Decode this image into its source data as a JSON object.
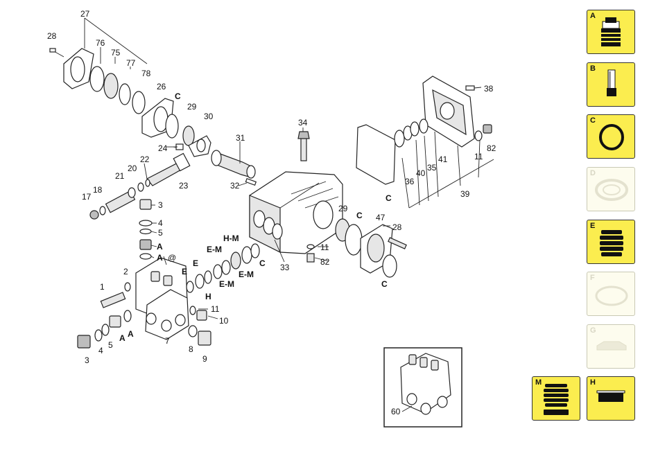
{
  "kits": [
    {
      "letter": "A",
      "icon": "valve-assembly-icon",
      "state": "active"
    },
    {
      "letter": "B",
      "icon": "plunger-icon",
      "state": "active"
    },
    {
      "letter": "C",
      "icon": "o-ring-icon",
      "state": "active"
    },
    {
      "letter": "D",
      "icon": "oil-seal-icon",
      "state": "inactive"
    },
    {
      "letter": "E",
      "icon": "packing-seals-icon",
      "state": "active"
    },
    {
      "letter": "F",
      "icon": "gasket-ring-icon",
      "state": "inactive"
    },
    {
      "letter": "G",
      "icon": "bearing-cover-icon",
      "state": "inactive"
    },
    {
      "letter": "M",
      "icon": "manifold-seals-icon",
      "state": "active"
    },
    {
      "letter": "H",
      "icon": "head-seal-icon",
      "state": "active"
    }
  ],
  "labels": {
    "n27": "27",
    "n28a": "28",
    "n76": "76",
    "n75": "75",
    "n77": "77",
    "n78": "78",
    "n26": "26",
    "cA": "C",
    "n29a": "29",
    "n30": "30",
    "n24": "24",
    "n31": "31",
    "n34": "34",
    "n22": "22",
    "n20": "20",
    "n21": "21",
    "n23": "23",
    "n32": "32",
    "n18": "18",
    "n17": "17",
    "n3a": "3",
    "n4a": "4",
    "n5a": "5",
    "aA": "A",
    "aB": "A",
    "at": "@",
    "n2": "2",
    "n1": "1",
    "eA": "E",
    "eB": "E",
    "em1": "E-M",
    "hm": "H-M",
    "em2": "E-M",
    "em3": "E-M",
    "cB": "C",
    "hA": "H",
    "n33": "33",
    "n11a": "11",
    "n82a": "82",
    "n29b": "29",
    "cC": "C",
    "n47": "47",
    "n28b": "28",
    "cD": "C",
    "n11b": "11",
    "n10": "10",
    "n3b": "3",
    "n4b": "4",
    "n5b": "5",
    "aC": "A",
    "aD": "A",
    "n7": "7",
    "n8": "8",
    "n9": "9",
    "n38": "38",
    "n36": "36",
    "n40": "40",
    "n35": "35",
    "n41": "41",
    "n39": "39",
    "n11c": "11",
    "n82b": "82",
    "cE": "C",
    "n60": "60"
  }
}
